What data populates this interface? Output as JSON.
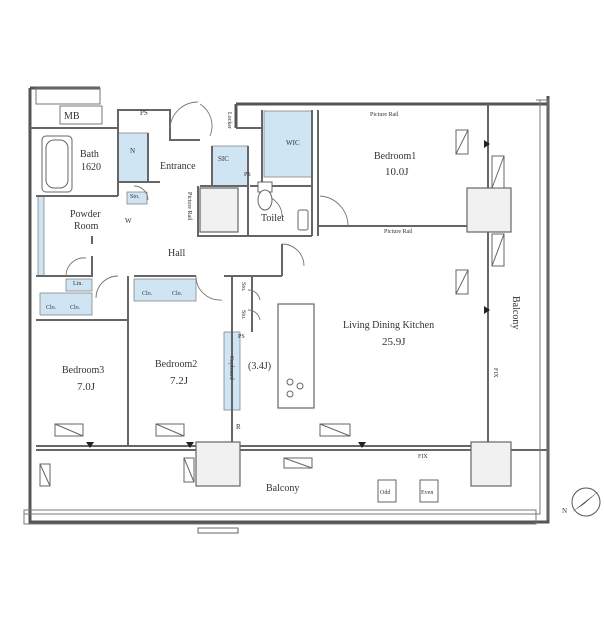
{
  "labels": {
    "mb": "MB",
    "ps": "PS",
    "bath": "Bath",
    "bath_size": "1620",
    "n": "N",
    "entrance": "Entrance",
    "sic": "SIC",
    "wic": "WIC",
    "locker": "Locker",
    "picture_rail_top": "Picture Rail",
    "bedroom1": "Bedroom1",
    "bedroom1_size": "10.0J",
    "sto_entry": "Sto.",
    "powder_room_1": "Powder",
    "powder_room_2": "Room",
    "w": "W",
    "picture_rail_vertical": "Picture Rail",
    "ps_toilet": "PS",
    "toilet": "Toilet",
    "picture_rail_mid": "Picture Rail",
    "hall": "Hall",
    "lin": "Lin.",
    "clo_1": "Clo.",
    "clo_2": "Clo.",
    "clo_3": "Clo.",
    "clo_4": "Clo.",
    "sto_2": "Sto.",
    "sto_3": "Sto.",
    "ps_kitchen": "PS",
    "ldk": "Living Dining Kitchen",
    "ldk_size": "25.9J",
    "bedroom3": "Bedroom3",
    "bedroom3_size": "7.0J",
    "bedroom2": "Bedroom2",
    "bedroom2_size": "7.2J",
    "cupboard": "Cupboard",
    "cupboard_size": "(3.4J)",
    "r": "R",
    "fix_side": "FIX",
    "fix_bottom": "FIX",
    "balcony_right": "Balcony",
    "balcony_bottom": "Balcony",
    "odd": "Odd",
    "even": "Even",
    "north": "N"
  },
  "colors": {
    "wall": "#555555",
    "storage_fill": "#cfe5f3",
    "line": "#666666",
    "background": "#ffffff"
  },
  "icons": [
    "bathtub-icon",
    "toilet-icon",
    "sink-icon",
    "stove-icon",
    "compass-icon",
    "window-icon",
    "door-swing-icon"
  ]
}
